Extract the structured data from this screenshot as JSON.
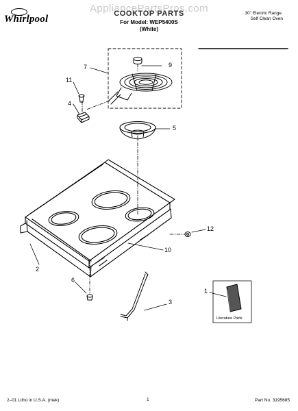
{
  "header": {
    "brand": "Whirlpool",
    "watermark": "AppliancePartsPros.com",
    "title": "COOKTOP PARTS",
    "model_line": "For Model: WEP5400S",
    "color_line": "(White)",
    "product_line1": "30\" Electric Range",
    "product_line2": "Self Clean Oven"
  },
  "callouts": [
    "7",
    "9",
    "11",
    "4",
    "5",
    "12",
    "10",
    "2",
    "6",
    "3",
    "1"
  ],
  "literature": {
    "label": "Literature Parts"
  },
  "footer": {
    "left": "2–01 Litho in U.S.A. (mek)",
    "page": "1",
    "part_no": "Part No. 3195685"
  },
  "colors": {
    "ink": "#000000",
    "watermark": "#c9c9c9"
  }
}
